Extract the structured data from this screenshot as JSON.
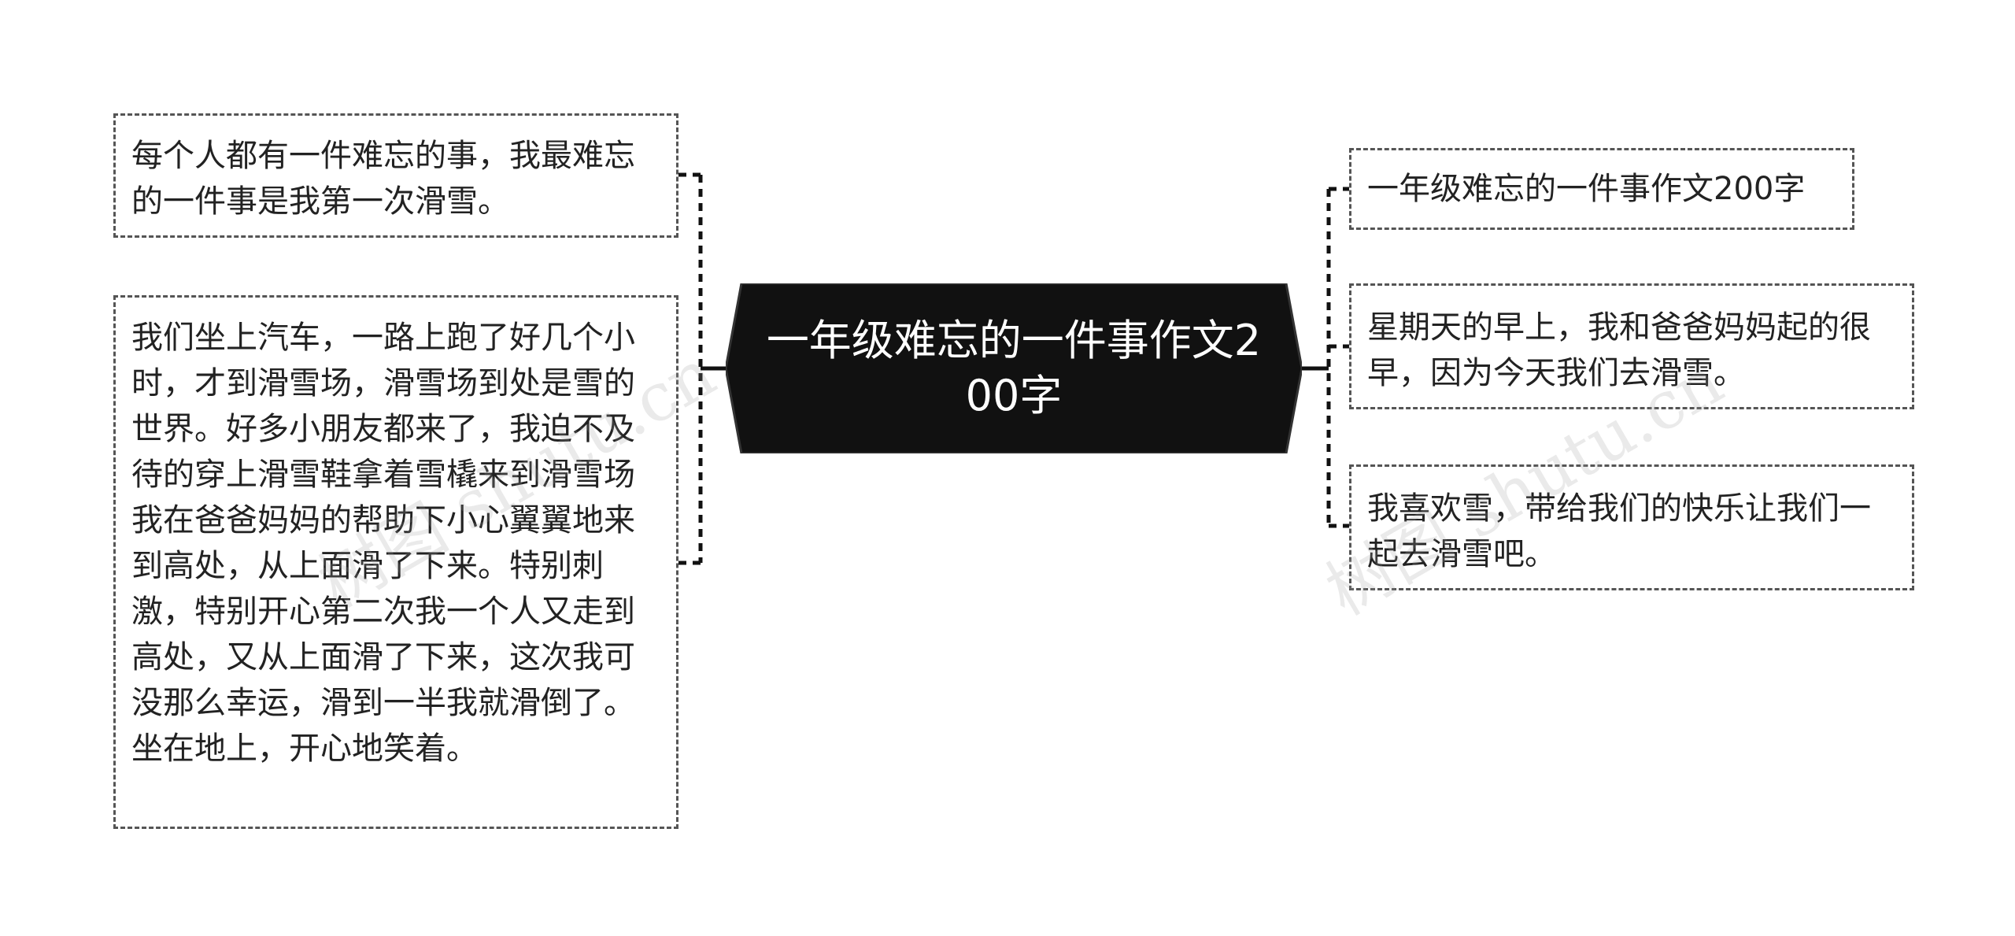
{
  "center": {
    "label": "一年级难忘的一件事作文200字"
  },
  "left_branches": [
    {
      "text": "每个人都有一件难忘的事，我最难忘的一件事是我第一次滑雪。"
    },
    {
      "text": "我们坐上汽车，一路上跑了好几个小时，才到滑雪场，滑雪场到处是雪的世界。好多小朋友都来了，我迫不及待的穿上滑雪鞋拿着雪橇来到滑雪场我在爸爸妈妈的帮助下小心翼翼地来到高处，从上面滑了下来。特别刺激，特别开心第二次我一个人又走到高处，又从上面滑了下来，这次我可没那么幸运，滑到一半我就滑倒了。坐在地上，开心地笑着。"
    }
  ],
  "right_branches": [
    {
      "text": "一年级难忘的一件事作文200字"
    },
    {
      "text": "星期天的早上，我和爸爸妈妈起的很早，因为今天我们去滑雪。"
    },
    {
      "text": "我喜欢雪，带给我们的快乐让我们一起去滑雪吧。"
    }
  ],
  "watermarks": [
    {
      "text": "树图 shutu.cn"
    },
    {
      "text": "树图 shutu.cn"
    }
  ],
  "colors": {
    "center_fill": "#111111",
    "center_text": "#ffffff",
    "border": "#555555",
    "connector": "#111111"
  }
}
